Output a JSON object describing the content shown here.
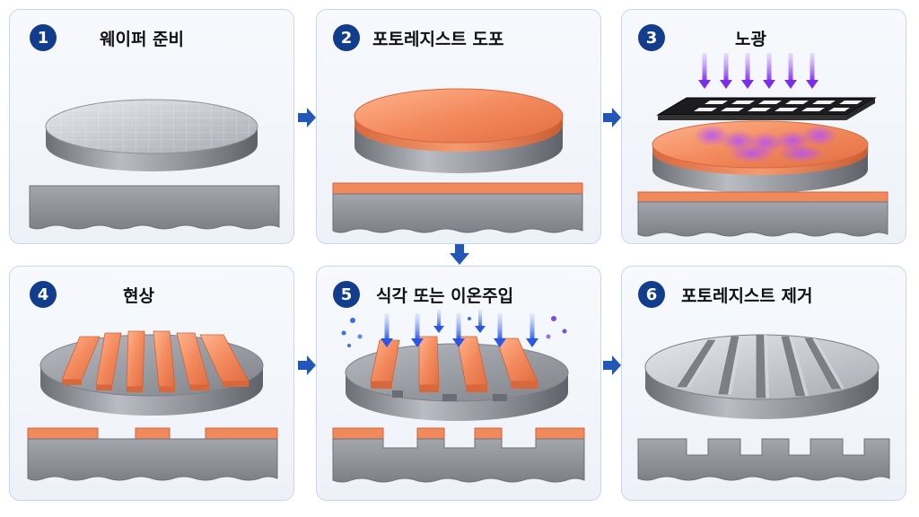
{
  "steps": [
    {
      "number": "1",
      "title": "웨이퍼 준비"
    },
    {
      "number": "2",
      "title": "포토레지스트 도포"
    },
    {
      "number": "3",
      "title": "노광"
    },
    {
      "number": "4",
      "title": "현상"
    },
    {
      "number": "5",
      "title": "식각 또는 이온주입"
    },
    {
      "number": "6",
      "title": "포토레지스트 제거"
    }
  ],
  "colors": {
    "badge": "#123c8c",
    "panel_border": "#c9d6ea",
    "arrow": "#2257b8",
    "silicon": "#8a8e94",
    "photoresist": "#f08a5d",
    "uv_light": "#8a3cf0",
    "ion_beam": "#2f5ee8"
  }
}
